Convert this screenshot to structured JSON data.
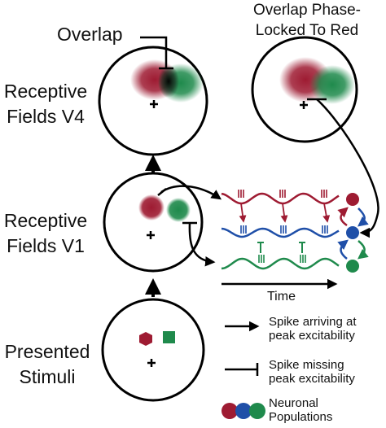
{
  "labels": {
    "overlap": "Overlap",
    "phase_locked_line1": "Overlap Phase-",
    "phase_locked_line2": "Locked To Red",
    "rf_v4_line1": "Receptive",
    "rf_v4_line2": "Fields  V4",
    "rf_v1_line1": "Receptive",
    "rf_v1_line2": "Fields  V1",
    "stimuli_line1": "Presented",
    "stimuli_line2": "Stimuli",
    "time": "Time"
  },
  "legend": {
    "arrive_line1": "Spike arriving at",
    "arrive_line2": "peak excitability",
    "miss_line1": "Spike missing",
    "miss_line2": "peak excitability",
    "neuronal_line1": "Neuronal",
    "neuronal_line2": "Populations"
  },
  "colors": {
    "red": "#9e1b32",
    "green": "#1f8a4c",
    "blue": "#1f4fa8",
    "black": "#000000"
  },
  "icons": [
    "fixation-cross",
    "hexagon-stimulus",
    "square-stimulus",
    "arrow-head",
    "inhibit-bar"
  ]
}
